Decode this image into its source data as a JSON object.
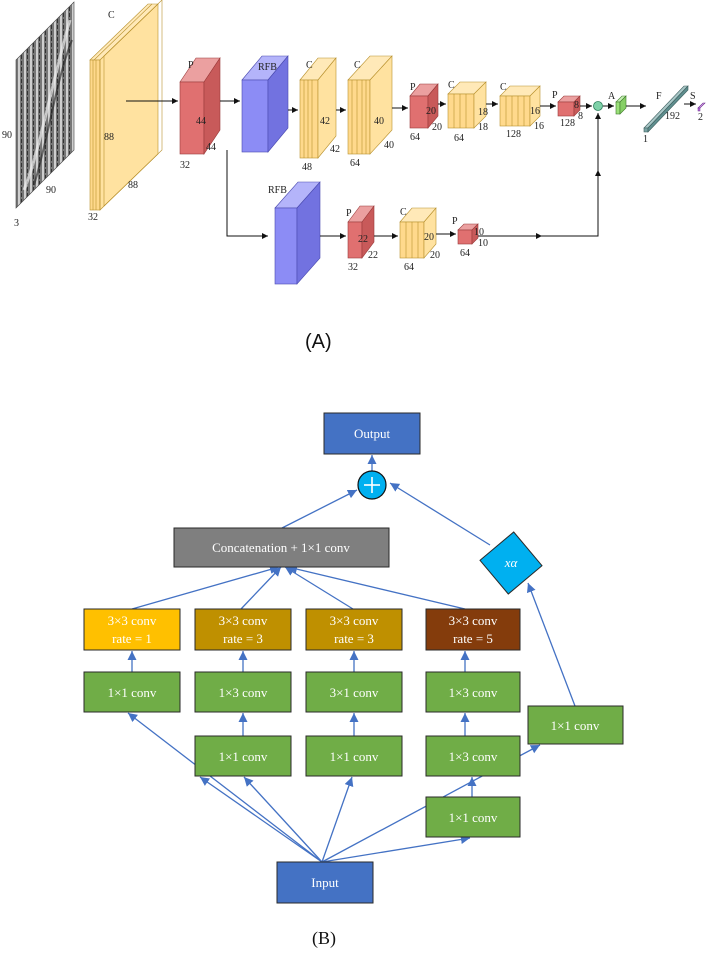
{
  "colors": {
    "conv": "#FFD98C",
    "pool": "#E07070",
    "rfb": "#8C8CF5",
    "box_blue": "#4472C4",
    "box_green": "#70AD47",
    "box_gray": "#7F7F7F",
    "box_yellow": "#FFC000",
    "box_olive": "#BF9000",
    "box_brown": "#843C0C",
    "plus_cyan": "#00B0F0",
    "arrow": "#4472C4"
  },
  "partA": {
    "caption": "(A)",
    "input": {
      "h": "90",
      "w": "90",
      "c": "3"
    },
    "conv1": {
      "type": "C",
      "size": "88",
      "size2": "88",
      "ch": "32"
    },
    "pool1": {
      "type": "P",
      "size": "44",
      "size2": "44",
      "ch": "32"
    },
    "rfb1": {
      "type": "RFB"
    },
    "conv2": {
      "type": "C",
      "size": "42",
      "size2": "42",
      "ch": "48"
    },
    "conv3": {
      "type": "C",
      "size": "40",
      "size2": "40",
      "ch": "64"
    },
    "pool2": {
      "type": "P",
      "size": "20",
      "size2": "20",
      "ch": "64"
    },
    "conv4": {
      "type": "C",
      "size": "18",
      "size2": "18",
      "ch": "64"
    },
    "conv5": {
      "type": "C",
      "size": "16",
      "size2": "16",
      "ch": "128"
    },
    "pool3": {
      "type": "P",
      "size": "8",
      "size2": "8",
      "ch": "128"
    },
    "att": {
      "type": "A"
    },
    "fc": {
      "type": "F",
      "size": "192",
      "ch": "1"
    },
    "softmax": {
      "type": "S",
      "size": "2"
    },
    "rfb2": {
      "type": "RFB"
    },
    "pool4": {
      "type": "P",
      "size": "22",
      "size2": "22",
      "ch": "32"
    },
    "conv6": {
      "type": "C",
      "size": "20",
      "size2": "20",
      "ch": "64"
    },
    "pool5": {
      "type": "P",
      "size": "10",
      "size2": "10",
      "ch": "64"
    }
  },
  "partB": {
    "caption": "(B)",
    "output": "Output",
    "concat": "Concatenation + 1×1 conv",
    "scale": "xα",
    "input": "Input",
    "branch1": {
      "dil_l1": "3×3 conv",
      "dil_l2": "rate = 1",
      "mid": "1×1 conv"
    },
    "branch2": {
      "dil_l1": "3×3 conv",
      "dil_l2": "rate = 3",
      "mid": "1×3 conv",
      "bot": "1×1 conv"
    },
    "branch3": {
      "dil_l1": "3×3 conv",
      "dil_l2": "rate = 3",
      "mid": "3×1 conv",
      "bot": "1×1 conv"
    },
    "branch4": {
      "dil_l1": "3×3 conv",
      "dil_l2": "rate = 5",
      "mid": "1×3 conv",
      "mid2": "1×3 conv",
      "bot": "1×1 conv"
    },
    "shortcut": "1×1 conv"
  }
}
